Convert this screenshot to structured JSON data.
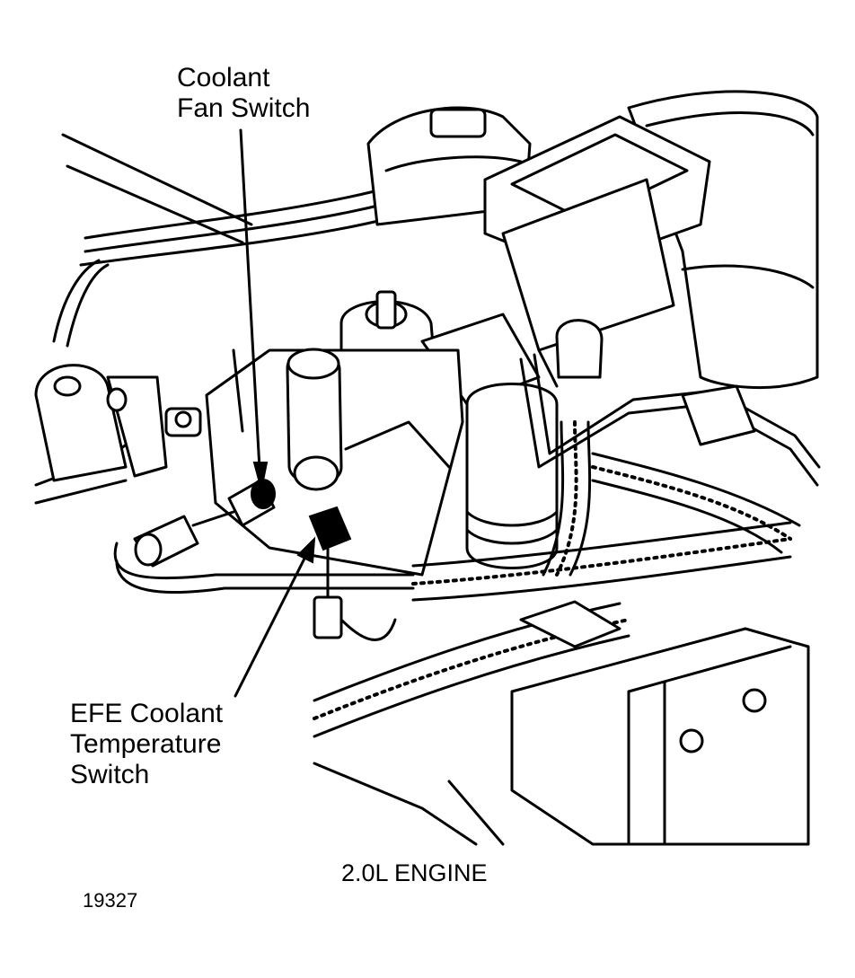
{
  "callouts": {
    "coolant_fan_switch": [
      "Coolant",
      "Fan Switch"
    ],
    "efe_switch": [
      "EFE Coolant",
      "Temperature",
      "Switch"
    ]
  },
  "caption": "2.0L ENGINE",
  "figure_number": "19327"
}
